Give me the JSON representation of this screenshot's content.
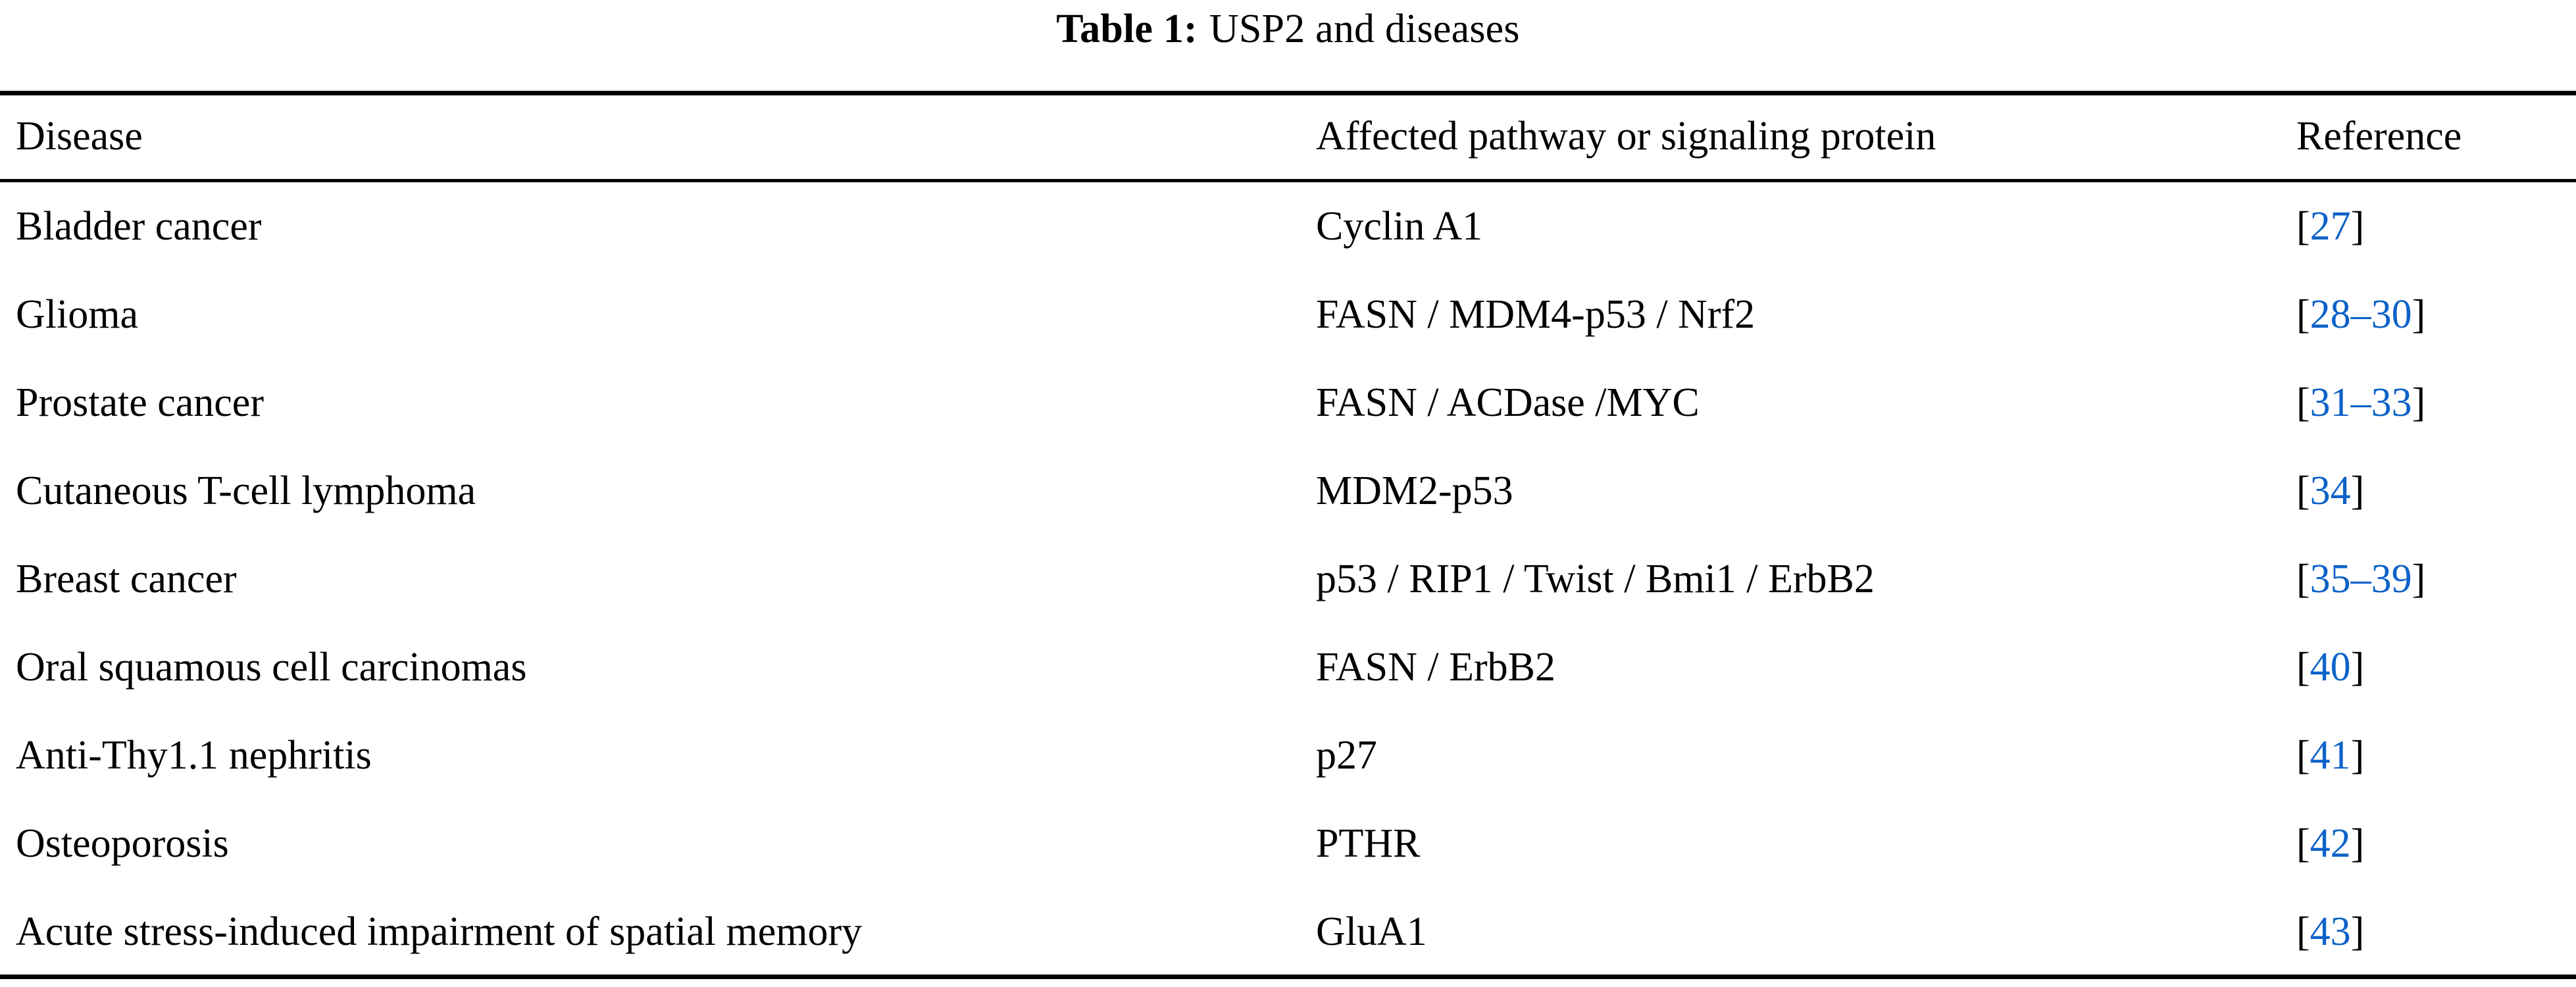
{
  "caption": {
    "label": "Table 1:",
    "text": "USP2 and diseases"
  },
  "colors": {
    "reference_link": "#0d62c8",
    "rule": "#000000",
    "text": "#000000",
    "background": "#ffffff"
  },
  "table": {
    "columns": [
      {
        "key": "disease",
        "header": "Disease"
      },
      {
        "key": "pathway",
        "header": "Affected pathway or signaling protein"
      },
      {
        "key": "reference",
        "header": "Reference"
      }
    ],
    "rows": [
      {
        "disease": "Bladder cancer",
        "pathway": "Cyclin A1",
        "reference": "[27]",
        "reference_number": "27",
        "bracket_open": "[",
        "bracket_close": "]"
      },
      {
        "disease": "Glioma",
        "pathway": "FASN / MDM4-p53 / Nrf2",
        "reference": "[28–30]",
        "reference_number": "28–30",
        "bracket_open": "[",
        "bracket_close": "]"
      },
      {
        "disease": "Prostate cancer",
        "pathway": "FASN / ACDase /MYC",
        "reference": "[31–33]",
        "reference_number": "31–33",
        "bracket_open": "[",
        "bracket_close": "]"
      },
      {
        "disease": "Cutaneous T-cell lymphoma",
        "pathway": "MDM2-p53",
        "reference": "[34]",
        "reference_number": "34",
        "bracket_open": "[",
        "bracket_close": "]"
      },
      {
        "disease": "Breast cancer",
        "pathway": "p53 / RIP1 / Twist / Bmi1 / ErbB2",
        "reference": "[35–39]",
        "reference_number": "35–39",
        "bracket_open": "[",
        "bracket_close": "]"
      },
      {
        "disease": "Oral squamous cell carcinomas",
        "pathway": "FASN / ErbB2",
        "reference": "[40]",
        "reference_number": "40",
        "bracket_open": "[",
        "bracket_close": "]"
      },
      {
        "disease": "Anti-Thy1.1 nephritis",
        "pathway": "p27",
        "reference": "[41]",
        "reference_number": "41",
        "bracket_open": "[",
        "bracket_close": "]"
      },
      {
        "disease": "Osteoporosis",
        "pathway": "PTHR",
        "reference": "[42]",
        "reference_number": "42",
        "bracket_open": "[",
        "bracket_close": "]"
      },
      {
        "disease": "Acute stress-induced impairment of spatial memory",
        "pathway": "GluA1",
        "reference": "[43]",
        "reference_number": "43",
        "bracket_open": "[",
        "bracket_close": "]"
      }
    ]
  }
}
